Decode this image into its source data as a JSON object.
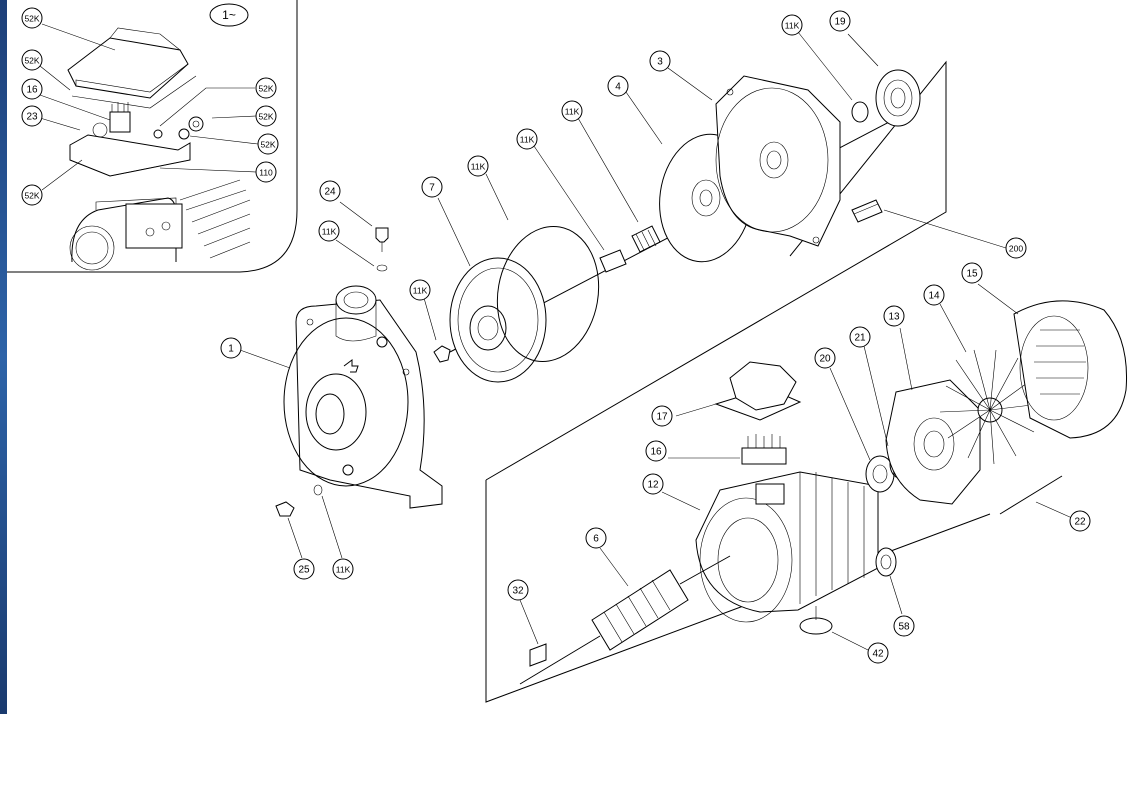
{
  "diagram": {
    "phase_badge": "1~",
    "callouts": [
      {
        "id": "c52k-a",
        "label": "52K"
      },
      {
        "id": "c52k-b",
        "label": "52K"
      },
      {
        "id": "c16-inset",
        "label": "16"
      },
      {
        "id": "c23",
        "label": "23"
      },
      {
        "id": "c52k-c",
        "label": "52K"
      },
      {
        "id": "c52k-d",
        "label": "52K"
      },
      {
        "id": "c52k-e",
        "label": "52K"
      },
      {
        "id": "c110",
        "label": "110"
      },
      {
        "id": "c52k-f",
        "label": "52K"
      },
      {
        "id": "c11k-top",
        "label": "11K"
      },
      {
        "id": "c19",
        "label": "19"
      },
      {
        "id": "c3",
        "label": "3"
      },
      {
        "id": "c4",
        "label": "4"
      },
      {
        "id": "c11k-b",
        "label": "11K"
      },
      {
        "id": "c11k-c",
        "label": "11K"
      },
      {
        "id": "c11k-d",
        "label": "11K"
      },
      {
        "id": "c7",
        "label": "7"
      },
      {
        "id": "c24",
        "label": "24"
      },
      {
        "id": "c11k-e",
        "label": "11K"
      },
      {
        "id": "c11k-f",
        "label": "11K"
      },
      {
        "id": "c200",
        "label": "200"
      },
      {
        "id": "c1",
        "label": "1"
      },
      {
        "id": "c15",
        "label": "15"
      },
      {
        "id": "c14",
        "label": "14"
      },
      {
        "id": "c13",
        "label": "13"
      },
      {
        "id": "c21",
        "label": "21"
      },
      {
        "id": "c20",
        "label": "20"
      },
      {
        "id": "c17",
        "label": "17"
      },
      {
        "id": "c16",
        "label": "16"
      },
      {
        "id": "c12",
        "label": "12"
      },
      {
        "id": "c6",
        "label": "6"
      },
      {
        "id": "c22",
        "label": "22"
      },
      {
        "id": "c25",
        "label": "25"
      },
      {
        "id": "c11k-g",
        "label": "11K"
      },
      {
        "id": "c32",
        "label": "32"
      },
      {
        "id": "c58",
        "label": "58"
      },
      {
        "id": "c42",
        "label": "42"
      }
    ]
  }
}
